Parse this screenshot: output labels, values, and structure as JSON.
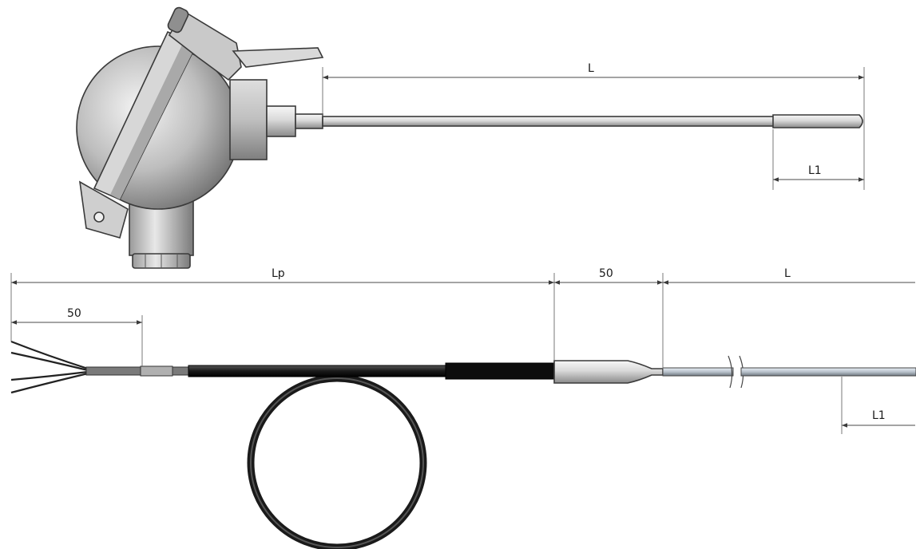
{
  "top_assembly": {
    "dimension_L": "L",
    "dimension_L1": "L1"
  },
  "bottom_assembly": {
    "dimension_Lp": "Lp",
    "dimension_50_wire": "50",
    "dimension_50_transition": "50",
    "dimension_L": "L",
    "dimension_L1": "L1"
  },
  "colors": {
    "metal_light": "#e6e6e6",
    "metal_dark": "#8c8c8c",
    "cable": "#1c1c1c",
    "line": "#3a3a3a"
  }
}
